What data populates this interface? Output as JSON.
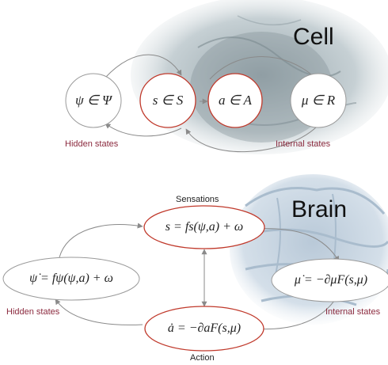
{
  "cell": {
    "title": "Cell",
    "nodes": {
      "hidden": "ψ ∈ Ψ",
      "sensory": "s ∈ S",
      "active": "a ∈ A",
      "internal": "μ ∈ R"
    },
    "hidden_states_label": "Hidden states",
    "internal_states_label": "Internal states"
  },
  "brain": {
    "title": "Brain",
    "sensations_label": "Sensations",
    "action_label": "Action",
    "hidden_states_label": "Hidden states",
    "internal_states_label": "Internal states",
    "equations": {
      "sensation": "s = fs(ψ,a) + ω",
      "hidden": "ψ̇ = fψ(ψ,a) + ω",
      "internal": "μ̇ = −∂μF(s,μ)",
      "action": "ȧ = −∂aF(s,μ)"
    }
  },
  "colors": {
    "red_node_border": "#c0392b",
    "gray_node_border": "#9a9a9a",
    "label_color": "#8b2a3e",
    "arrow_color": "#8a8a8a"
  }
}
